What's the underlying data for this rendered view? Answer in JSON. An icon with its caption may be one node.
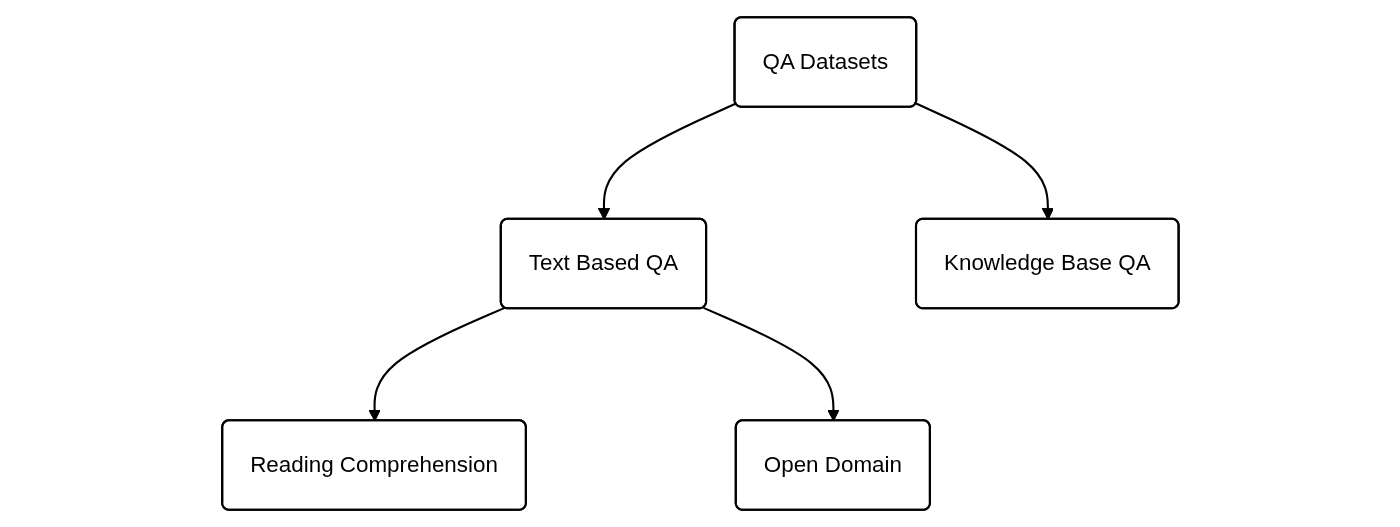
{
  "diagram": {
    "nodes": [
      {
        "text": [
          "QA Datasets"
        ]
      },
      {
        "text": [
          "Text Based QA"
        ]
      },
      {
        "text": [
          "Knowledge Base QA"
        ]
      },
      {
        "text": [
          "Reading Comprehension"
        ]
      },
      {
        "text": [
          "Open Domain"
        ]
      }
    ],
    "edges": [
      {
        "from": 0,
        "to": 1,
        "arrow": "to"
      },
      {
        "from": 0,
        "to": 2,
        "arrow": "to"
      },
      {
        "from": 1,
        "to": 3,
        "arrow": "to"
      },
      {
        "from": 1,
        "to": 4,
        "arrow": "to"
      }
    ]
  }
}
